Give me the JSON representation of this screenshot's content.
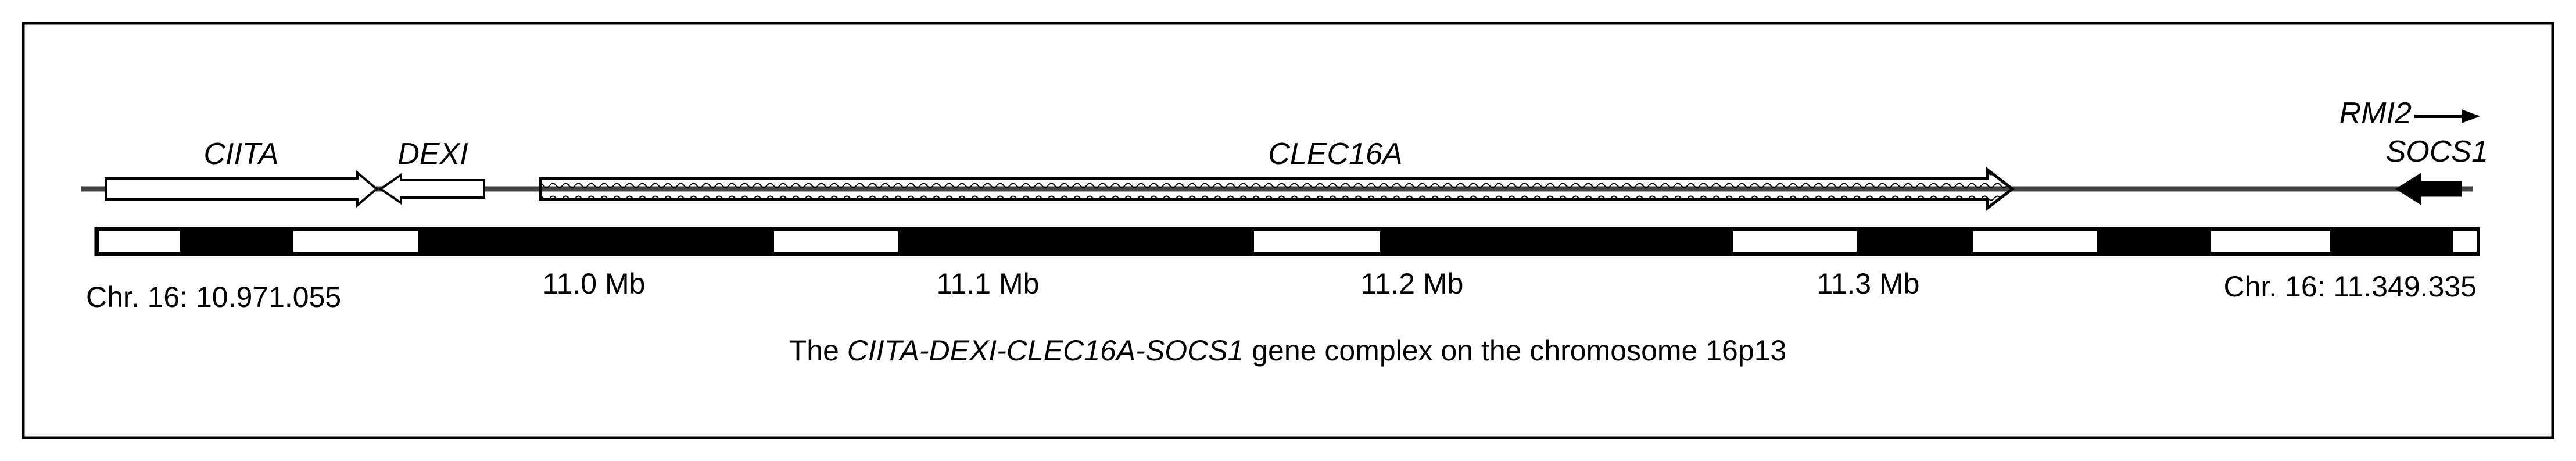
{
  "genes": [
    {
      "id": "ciita",
      "label": "CIITA"
    },
    {
      "id": "dexi",
      "label": "DEXI"
    },
    {
      "id": "clec16a",
      "label": "CLEC16A"
    },
    {
      "id": "rmi2",
      "label": "RMI2"
    },
    {
      "id": "socs1",
      "label": "SOCS1"
    }
  ],
  "scale": {
    "start_label": "Chr. 16: 10.971.055",
    "end_label": "Chr. 16: 11.349.335",
    "ticks": [
      "11.0 Mb",
      "11.1 Mb",
      "11.2 Mb",
      "11.3 Mb"
    ]
  },
  "caption": {
    "prefix": "The ",
    "italic": "CIITA-DEXI-CLEC16A-SOCS1",
    "suffix": " gene complex on the chromosome 16p13"
  }
}
